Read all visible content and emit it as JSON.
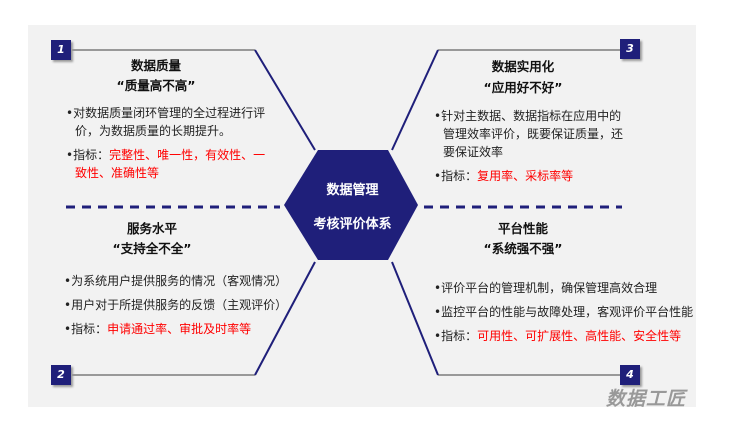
{
  "center": {
    "line1": "数据管理",
    "line2": "考核评价体系"
  },
  "quadrants": [
    {
      "num": "1",
      "title": "数据质量",
      "subtitle": "“质量高不高”",
      "bullets": [
        "对数据质量闭环管理的全过程进行评价，为数据质量的长期提升。"
      ],
      "metric_label": "指标：",
      "metric": "完整性、唯一性，有效性、一致性、准确性等"
    },
    {
      "num": "2",
      "title": "服务水平",
      "subtitle": "“支持全不全”",
      "bullets": [
        "为系统用户提供服务的情况（客观情况）",
        "用户对于所提供服务的反馈（主观评价）"
      ],
      "metric_label": "指标：",
      "metric": "申请通过率、审批及时率等"
    },
    {
      "num": "3",
      "title": "数据实用化",
      "subtitle": "“应用好不好”",
      "bullets": [
        "针对主数据、数据指标在应用中的管理效率评价，既要保证质量，还要保证效率"
      ],
      "metric_label": "指标：",
      "metric": "复用率、采标率等"
    },
    {
      "num": "4",
      "title": "平台性能",
      "subtitle": "“系统强不强”",
      "bullets": [
        "评价平台的管理机制，确保管理高效合理",
        "监控平台的性能与故障处理，客观评价平台性能"
      ],
      "metric_label": "指标：",
      "metric": "可用性、可扩展性、高性能、安全性等"
    }
  ],
  "watermark": "数据工匠",
  "colors": {
    "navy": "#1f1f7a",
    "red": "#ff0000",
    "panel": "#f2f2f2"
  }
}
